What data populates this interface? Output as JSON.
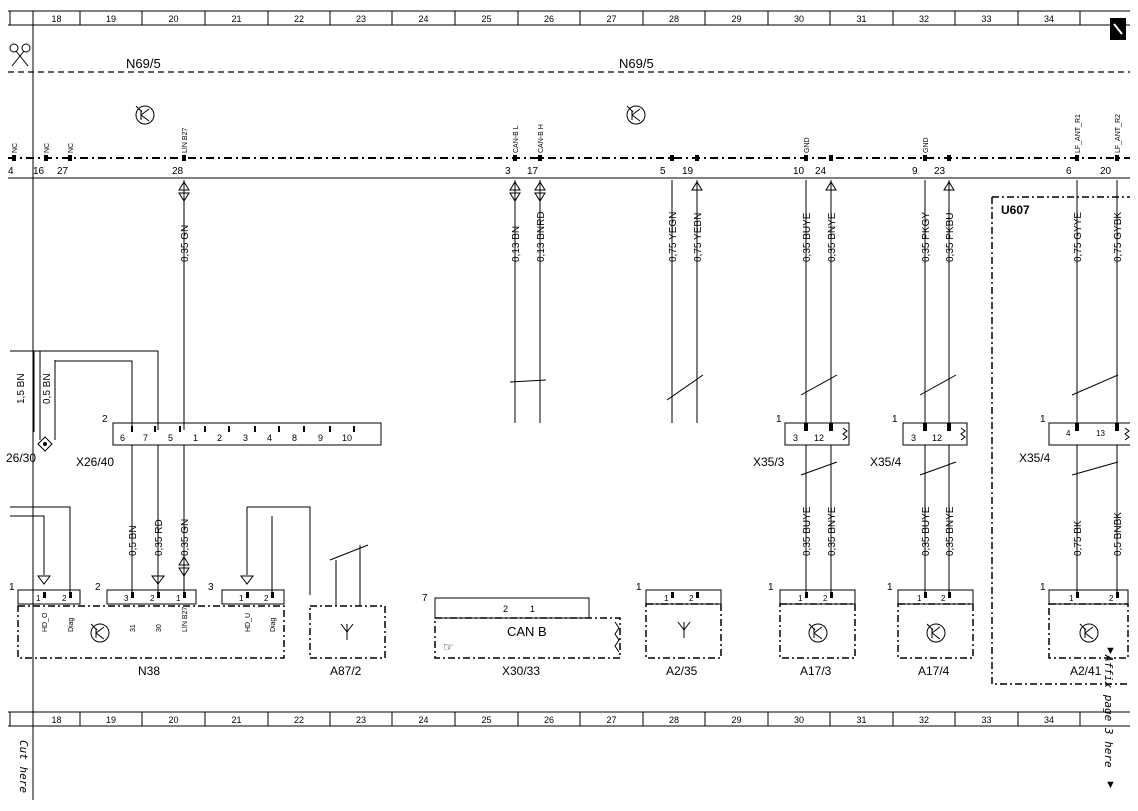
{
  "grid_columns": [
    "18",
    "19",
    "20",
    "21",
    "22",
    "23",
    "24",
    "25",
    "26",
    "27",
    "28",
    "29",
    "30",
    "31",
    "32",
    "33",
    "34"
  ],
  "module_top_left": "N69/5",
  "module_top_right": "N69/5",
  "u607_label": "U607",
  "top_pins": [
    {
      "name": "NC",
      "num": "4"
    },
    {
      "name": "NC",
      "num": "16"
    },
    {
      "name": "NC",
      "num": "27"
    },
    {
      "name": "LIN B27",
      "num": "28"
    },
    {
      "name": "CAN-B L",
      "num": "3"
    },
    {
      "name": "CAN-B H",
      "num": "17"
    },
    {
      "name": "",
      "num": "5"
    },
    {
      "name": "",
      "num": "19"
    },
    {
      "name": "GND",
      "num": "10"
    },
    {
      "name": "",
      "num": "24"
    },
    {
      "name": "GND",
      "num": "9"
    },
    {
      "name": "",
      "num": "23"
    },
    {
      "name": "LF_ANT_R1",
      "num": "6"
    },
    {
      "name": "LF_ANT_R2",
      "num": "20"
    }
  ],
  "wires_upper": [
    "0,35 GN",
    "0,13 BN",
    "0,13 BNRD",
    "0,75 YEGN",
    "0,75 YEBN",
    "0,35 BUYE",
    "0,35 BNYE",
    "0,35 PKGY",
    "0,35 PKBU",
    "0,75 GYYE",
    "0,75 GYBK"
  ],
  "wires_left": [
    "1,5 BN",
    "0,5 BN"
  ],
  "wires_lower": [
    "0,5 BN",
    "0,35 RD",
    "0,35 GN",
    "0,35 BUYE",
    "0,35 BNYE",
    "0,35 BUYE",
    "0,35 BNYE",
    "0,75 BK",
    "0,5 BNBK"
  ],
  "connectors": {
    "x26_40": "X26/40",
    "x26_30": "26/30",
    "x35_3": "X35/3",
    "x35_4a": "X35/4",
    "x35_4b": "X35/4"
  },
  "x26_40_pins": [
    "6",
    "7",
    "5",
    "1",
    "2",
    "3",
    "4",
    "8",
    "9",
    "10"
  ],
  "x26_40_num": "2",
  "x35_pins": [
    "3",
    "12"
  ],
  "x35_4b_pins": [
    "4",
    "13"
  ],
  "components": {
    "n38": "N38",
    "a87_2": "A87/2",
    "x30_33": "X30/33",
    "a2_35": "A2/35",
    "a17_3": "A17/3",
    "a17_4": "A17/4",
    "a2_41": "A2/41"
  },
  "n38_pins": {
    "hd_o": "HD_O",
    "diag": "Diag",
    "p31": "31",
    "p30": "30",
    "lin": "LIN B27",
    "hd_u": "HD_U",
    "diag2": "Diag"
  },
  "connector_side_numbers": [
    "1",
    "2",
    "3",
    "7",
    "1",
    "1",
    "1",
    "1",
    "1",
    "1"
  ],
  "can_b_label": "CAN B",
  "cut_here": "Cut here",
  "affix_text": "Affix page 3 here"
}
